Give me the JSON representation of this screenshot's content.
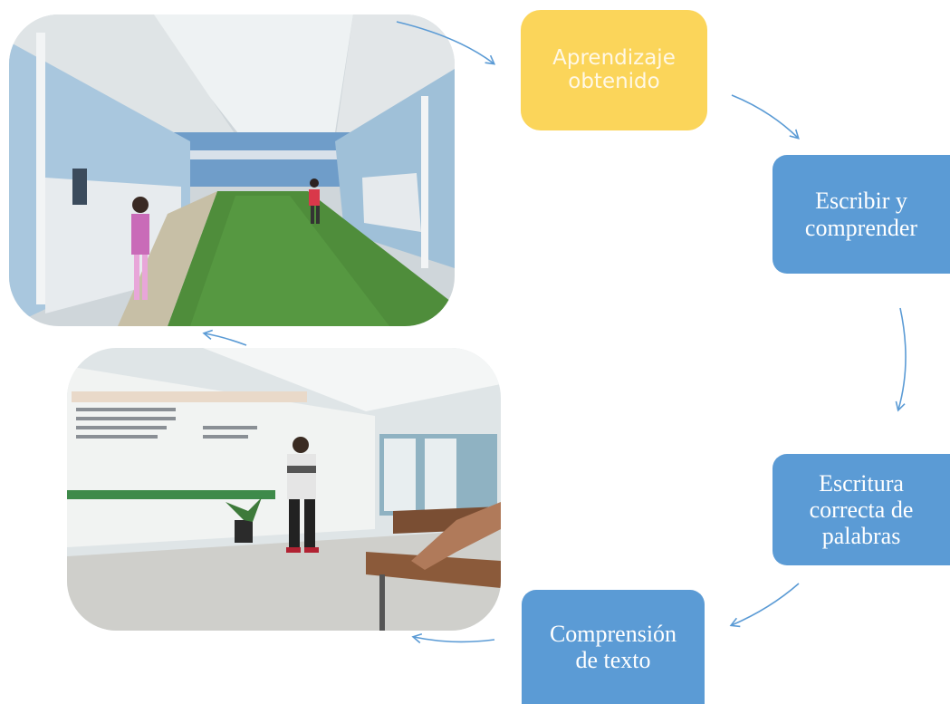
{
  "nodes": {
    "learning": "Aprendizaje\nobtenido",
    "write_understand": "Escribir y\ncomprender",
    "spelling": "Escritura\ncorrecta de\npalabras",
    "comprehension": "Comprensión\nde texto"
  },
  "colors": {
    "yellow_node": "#fbd55a",
    "blue_node": "#5b9bd5",
    "arrow": "#5b9bd5"
  }
}
